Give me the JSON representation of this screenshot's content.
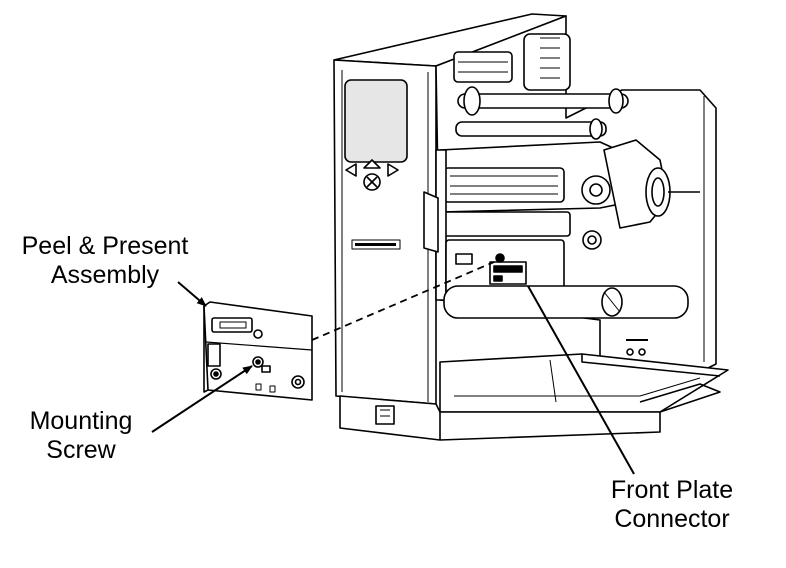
{
  "callouts": {
    "peel_present": {
      "line1": "Peel & Present",
      "line2": "Assembly"
    },
    "mounting_screw": {
      "line1": "Mounting",
      "line2": "Screw"
    },
    "front_plate": {
      "line1": "Front Plate",
      "line2": "Connector"
    }
  },
  "printer_badge": "",
  "colors": {
    "ink": "#000000",
    "paper": "#ffffff",
    "screen": "#e6e6e6"
  }
}
